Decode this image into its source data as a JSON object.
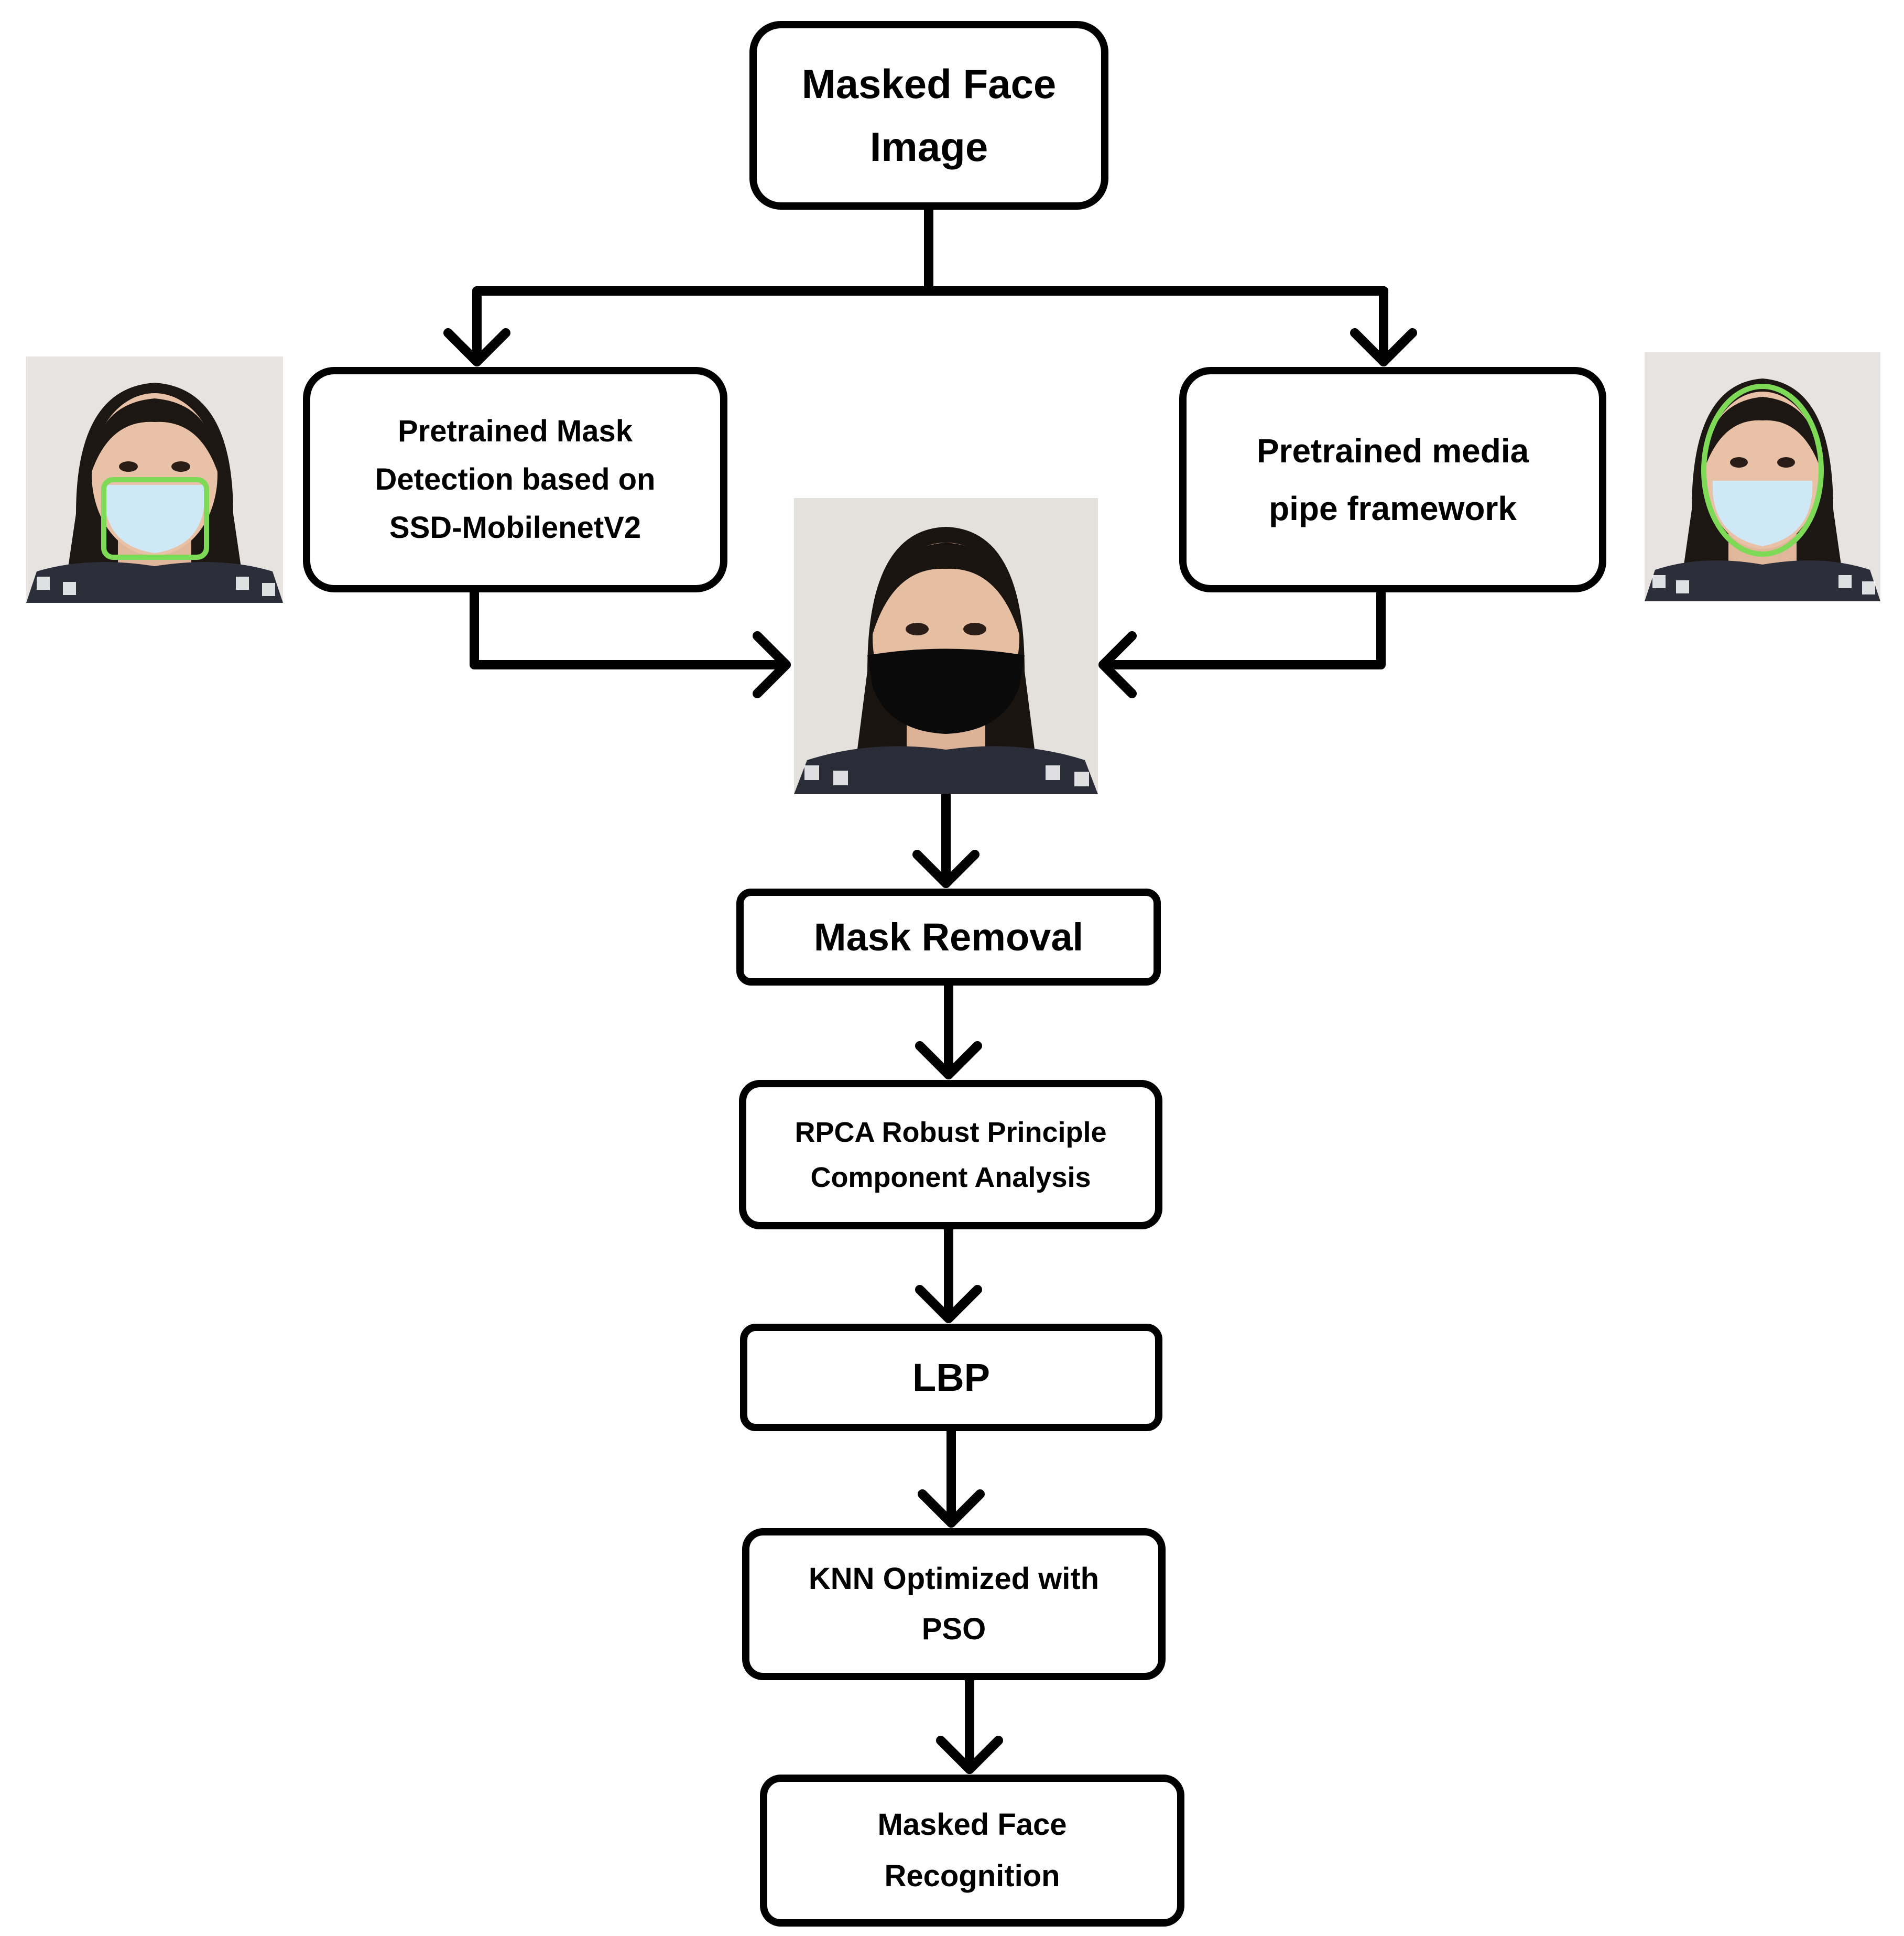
{
  "diagram": {
    "nodes": {
      "input": {
        "label": "Masked Face\nImage"
      },
      "mask_detection": {
        "label": "Pretrained Mask\nDetection based on\nSSD-MobilenetV2"
      },
      "mediapipe": {
        "label": "Pretrained media\npipe framework"
      },
      "mask_removal": {
        "label": "Mask Removal"
      },
      "rpca": {
        "label": "RPCA Robust Principle\nComponent Analysis"
      },
      "lbp": {
        "label": "LBP"
      },
      "knn_pso": {
        "label": "KNN Optimized with\nPSO"
      },
      "recognition": {
        "label": "Masked Face\nRecognition"
      }
    },
    "photos": {
      "left_detection": {
        "annotation": "rectangle",
        "mask": "light-blue",
        "annotation_color": "#7ed957"
      },
      "center_masked": {
        "mask": "black"
      },
      "right_mediapipe": {
        "annotation": "ellipse",
        "mask": "light-blue",
        "annotation_color": "#7ed957"
      }
    },
    "edges": [
      [
        "input",
        "mask_detection"
      ],
      [
        "input",
        "mediapipe"
      ],
      [
        "mask_detection",
        "center_masked"
      ],
      [
        "mediapipe",
        "center_masked"
      ],
      [
        "center_masked",
        "mask_removal"
      ],
      [
        "mask_removal",
        "rpca"
      ],
      [
        "rpca",
        "lbp"
      ],
      [
        "lbp",
        "knn_pso"
      ],
      [
        "knn_pso",
        "recognition"
      ]
    ],
    "colors": {
      "line": "#000000",
      "box_border": "#000000",
      "mask_light": "#cfe8f5",
      "mask_dark": "#0a0a0a",
      "annotation_green": "#7ed957"
    }
  }
}
